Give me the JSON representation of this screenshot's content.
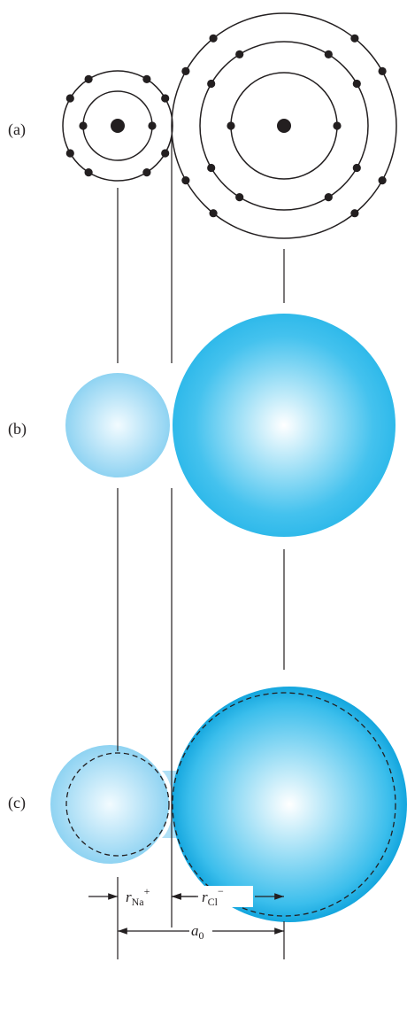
{
  "parts": {
    "a": "(a)",
    "b": "(b)",
    "c": "(c)"
  },
  "dimensions": {
    "r_na": {
      "symbol": "r",
      "subscript": "Na",
      "superscript": "+"
    },
    "r_cl": {
      "symbol": "r",
      "subscript": "Cl",
      "superscript": "−"
    },
    "a0": {
      "symbol": "a",
      "subscript": "0"
    }
  },
  "atoms": {
    "sodium": {
      "shell_electrons": [
        2,
        8
      ]
    },
    "chlorine": {
      "shell_electrons": [
        2,
        8,
        8
      ]
    }
  },
  "colors": {
    "line": "#231f20",
    "na_center": "#f2fbff",
    "na_edge": "#8fd3f2",
    "cl_center": "#ffffff",
    "cl_edge": "#2fb9ea",
    "cl_rim": "#14a6de"
  }
}
